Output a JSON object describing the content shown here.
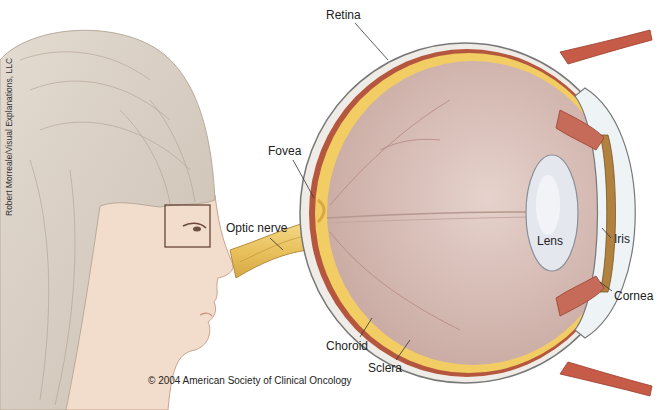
{
  "diagram": {
    "labels": [
      "Robert Morreale/Visual Explanations, LLC",
      "Retina",
      "Fovea",
      "Optic nerve",
      "Lens",
      "Iris",
      "Cornea",
      "Choroid",
      "Sclera",
      "© 2004 American Society of Clinical Oncology"
    ]
  }
}
